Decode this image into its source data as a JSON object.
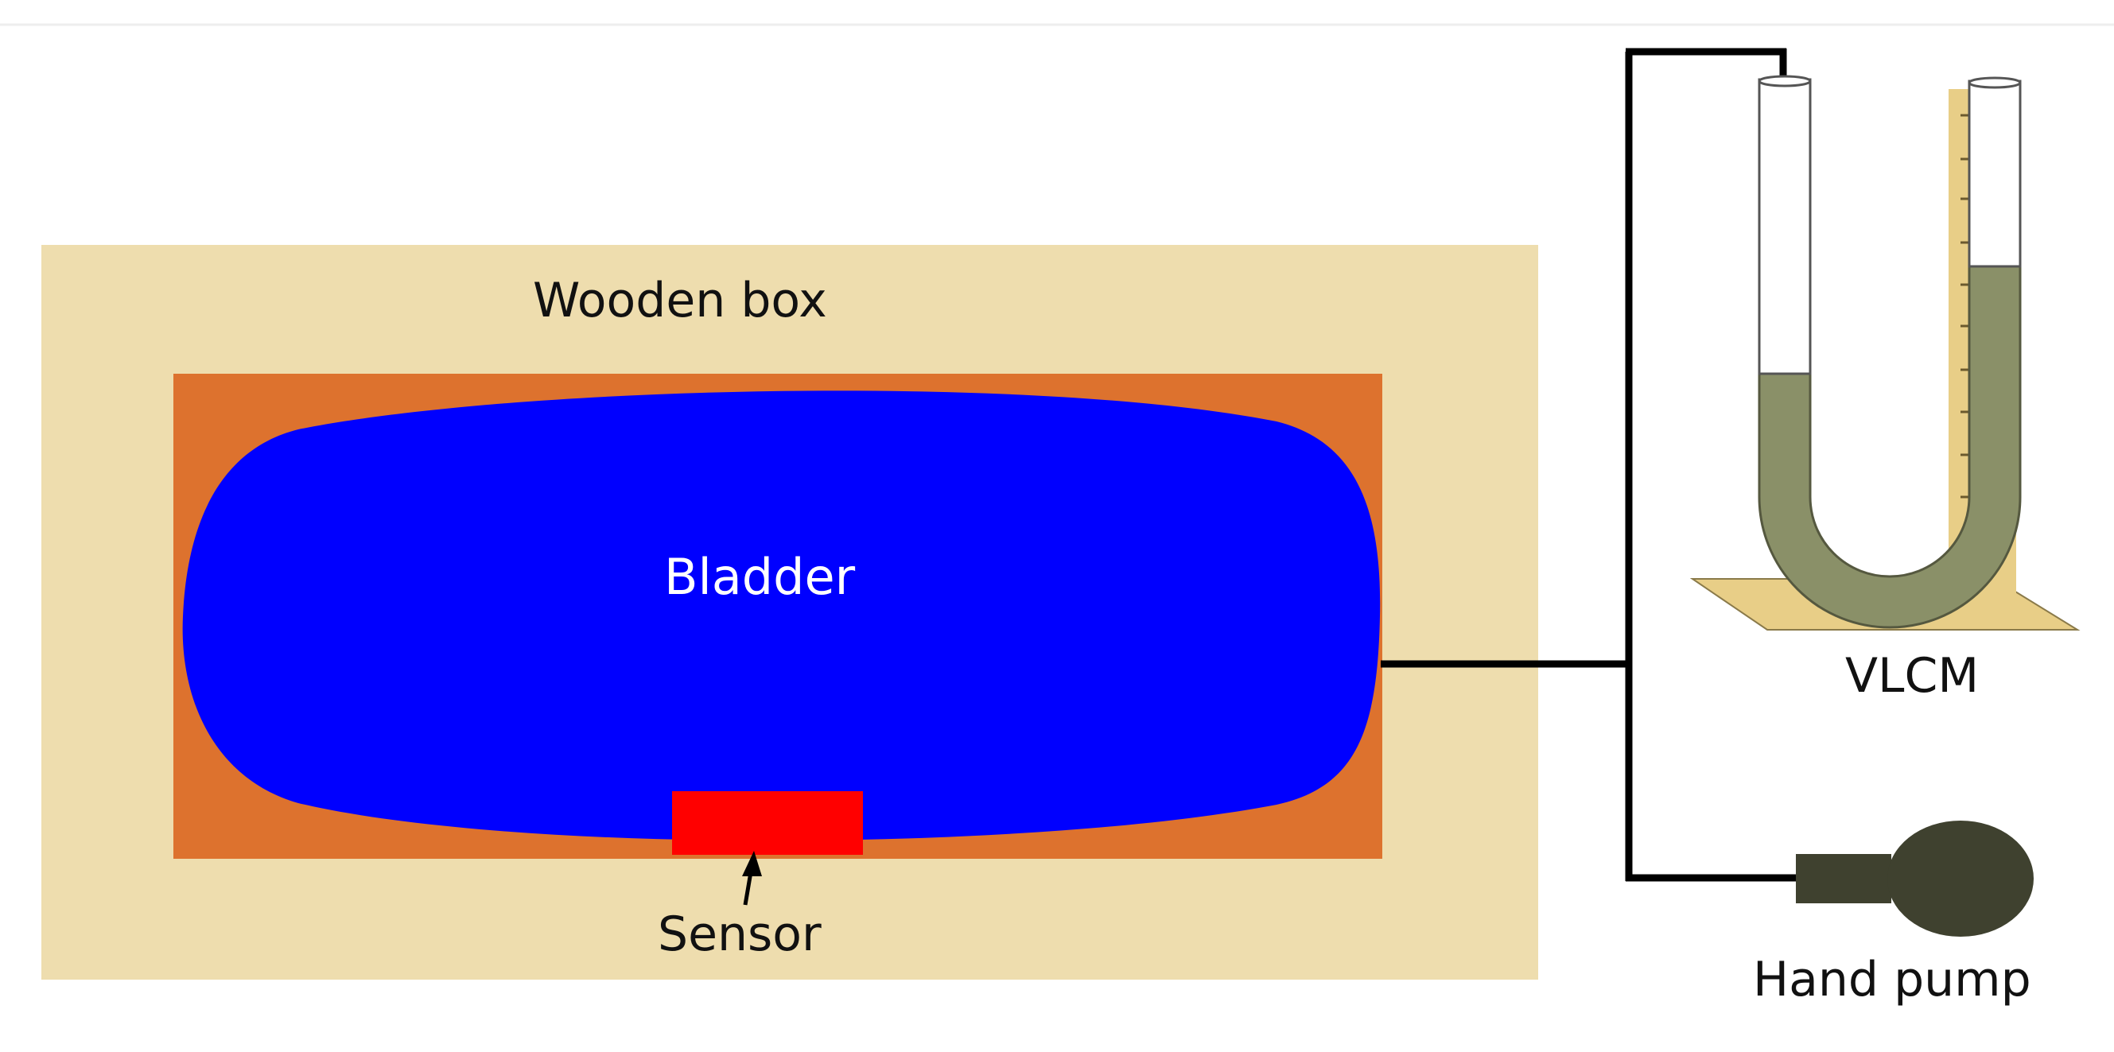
{
  "labels": {
    "wooden_box": "Wooden box",
    "bladder": "Bladder",
    "sensor": "Sensor",
    "vlcm": "VLCM",
    "hand_pump": "Hand pump"
  },
  "colors": {
    "wooden_box": "#EEDDAE",
    "foam": "#DD722E",
    "bladder": "#0000FF",
    "sensor": "#FF0000",
    "tube_line": "#000000",
    "liquid": "#8A9068",
    "glass": "#FFFFFF",
    "ruler": "#E8CE87",
    "pump": "#3F412F"
  }
}
